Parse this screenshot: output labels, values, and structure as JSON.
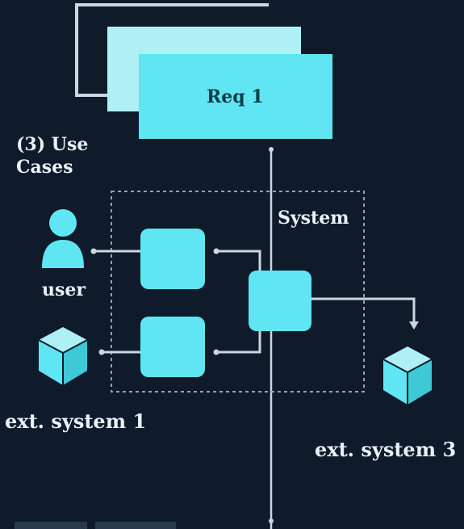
{
  "diagram": {
    "section_label": "(3) Use\nCases",
    "req_card_label": "Req 1",
    "system_boundary_label": "System",
    "actors": [
      {
        "label": "user",
        "icon": "user-icon"
      },
      {
        "label": "ext. system 1",
        "icon": "cube-icon"
      },
      {
        "label": "ext. system 3",
        "icon": "cube-icon"
      }
    ],
    "colors": {
      "background": "#0f1b2b",
      "card": "#5fe6f2",
      "card_back": "#aef0f6",
      "line": "#c9d8e0",
      "text": "#e6f2f6"
    }
  }
}
